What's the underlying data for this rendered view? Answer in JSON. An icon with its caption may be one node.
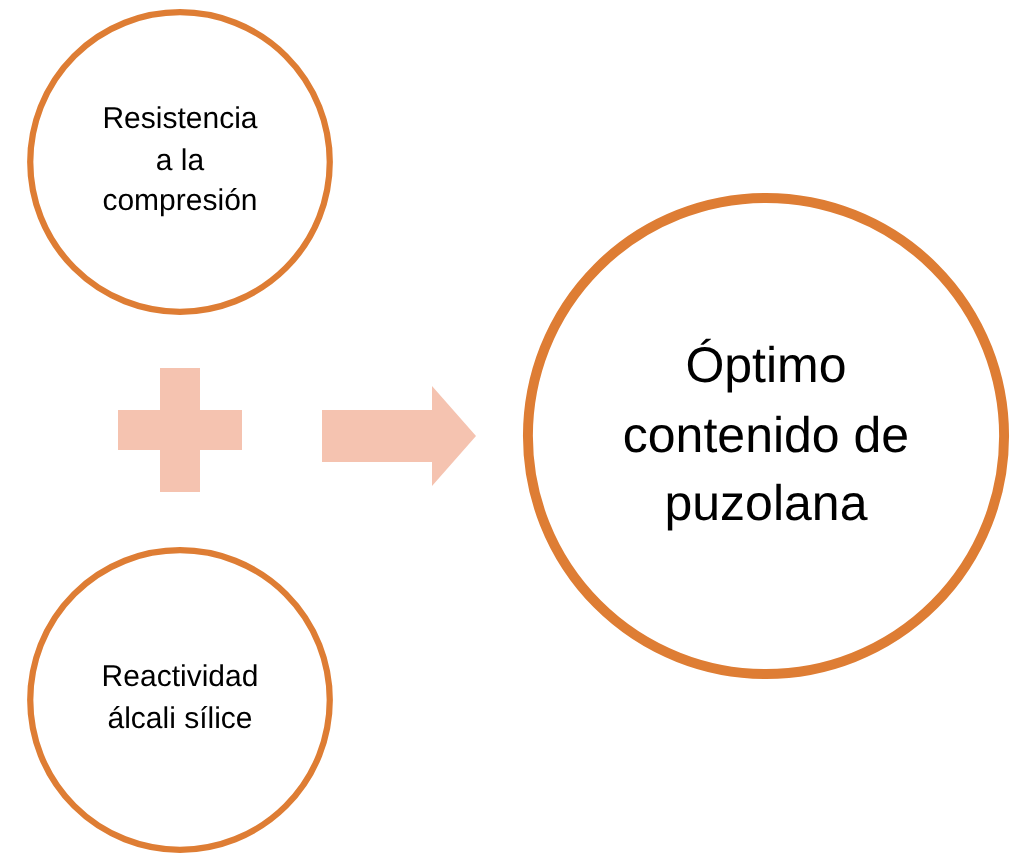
{
  "diagram": {
    "nodes": [
      {
        "text": [
          "Resistencia a la compresión"
        ]
      },
      {
        "text": [],
        "shape": "plus"
      },
      {
        "text": [
          "Reactividad álcali sílice"
        ]
      },
      {
        "text": [
          "Óptimo contenido de puzolana"
        ]
      }
    ],
    "edges": [
      {
        "from": 1,
        "to": 3,
        "arrow": "to"
      }
    ]
  }
}
